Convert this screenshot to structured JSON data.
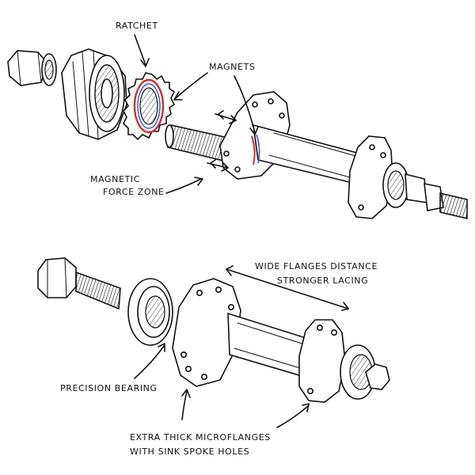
{
  "labels": {
    "ratchet": "RATCHET",
    "magnets": "MAGNETS",
    "magnetic_force_zone_line1": "MAGNETIC",
    "magnetic_force_zone_line2": "FORCE ZONE",
    "wide_flanges_line1": "WIDE FLANGES DISTANCE",
    "wide_flanges_line2": "STRONGER LACING",
    "precision_bearing": "PRECISION BEARING",
    "extra_thick_line1": "EXTRA THICK MICROFLANGES",
    "extra_thick_line2": "WITH SINK SPOKE HOLES"
  },
  "colors": {
    "ink": "#111111",
    "magnet_red": "#d62b2b",
    "magnet_blue": "#2a5bd6",
    "paper": "#ffffff"
  }
}
